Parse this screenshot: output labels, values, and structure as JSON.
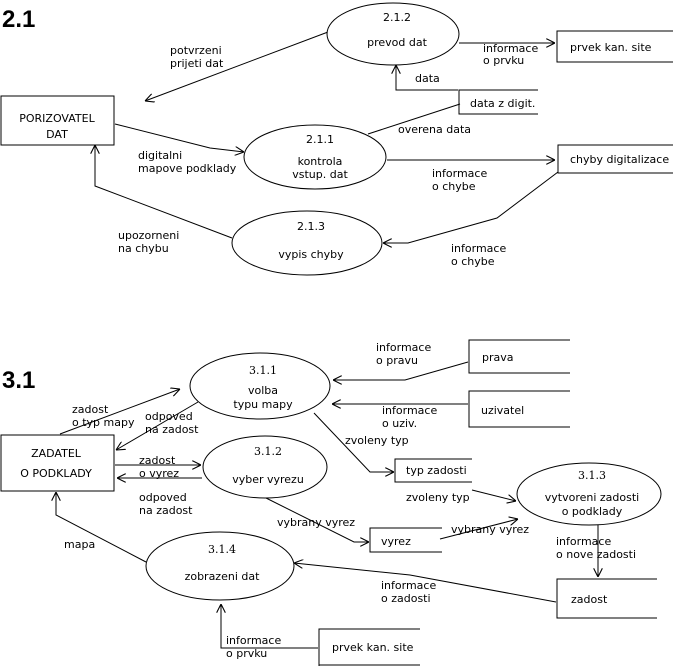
{
  "diagrams": [
    {
      "id": "2.1",
      "title": "2.1",
      "entities": [
        {
          "label_lines": [
            "PORIZOVATEL",
            "DAT"
          ]
        }
      ],
      "processes": [
        {
          "number": "2.1.2",
          "label_lines": [
            "prevod dat"
          ]
        },
        {
          "number": "2.1.1",
          "label_lines": [
            "kontrola",
            "vstup. dat"
          ]
        },
        {
          "number": "2.1.3",
          "label_lines": [
            "vypis chyby"
          ]
        }
      ],
      "stores": [
        {
          "label": "prvek kan. site"
        },
        {
          "label": "data z digit."
        },
        {
          "label": "chyby digitalizace"
        }
      ],
      "flows": [
        {
          "label_lines": [
            "potvrzeni",
            "prijeti dat"
          ]
        },
        {
          "label_lines": [
            "informace",
            "o prvku"
          ]
        },
        {
          "label_lines": [
            "data"
          ]
        },
        {
          "label_lines": [
            "overena data"
          ]
        },
        {
          "label_lines": [
            "digitalni",
            "mapove podklady"
          ]
        },
        {
          "label_lines": [
            "informace",
            "o chybe"
          ]
        },
        {
          "label_lines": [
            "upozorneni",
            "na chybu"
          ]
        },
        {
          "label_lines": [
            "informace",
            "o chybe"
          ]
        }
      ]
    },
    {
      "id": "3.1",
      "title": "3.1",
      "entities": [
        {
          "label_lines": [
            "ZADATEL",
            "O PODKLADY"
          ]
        }
      ],
      "processes": [
        {
          "number": "3.1.1",
          "label_lines": [
            "volba",
            "typu mapy"
          ]
        },
        {
          "number": "3.1.2",
          "label_lines": [
            "vyber vyrezu"
          ]
        },
        {
          "number": "3.1.3",
          "label_lines": [
            "vytvoreni zadosti",
            "o podklady"
          ]
        },
        {
          "number": "3.1.4",
          "label_lines": [
            "zobrazeni dat"
          ]
        }
      ],
      "stores": [
        {
          "label": "prava"
        },
        {
          "label": "uzivatel"
        },
        {
          "label": "typ zadosti"
        },
        {
          "label": "vyrez"
        },
        {
          "label": "zadost"
        },
        {
          "label": "prvek kan. site"
        }
      ],
      "flows": [
        {
          "label_lines": [
            "zadost",
            "o typ mapy"
          ]
        },
        {
          "label_lines": [
            "odpoved",
            "na zadost"
          ]
        },
        {
          "label_lines": [
            "informace",
            "o pravu"
          ]
        },
        {
          "label_lines": [
            "informace",
            "o uziv."
          ]
        },
        {
          "label_lines": [
            "zvoleny typ"
          ]
        },
        {
          "label_lines": [
            "zadost",
            "o vyrez"
          ]
        },
        {
          "label_lines": [
            "odpoved",
            "na zadost"
          ]
        },
        {
          "label_lines": [
            "zvoleny typ"
          ]
        },
        {
          "label_lines": [
            "vybrany vyrez"
          ]
        },
        {
          "label_lines": [
            "vybrany vyrez"
          ]
        },
        {
          "label_lines": [
            "informace",
            "o nove zadosti"
          ]
        },
        {
          "label_lines": [
            "mapa"
          ]
        },
        {
          "label_lines": [
            "informace",
            "o zadosti"
          ]
        },
        {
          "label_lines": [
            "informace",
            "o prvku"
          ]
        }
      ]
    }
  ]
}
